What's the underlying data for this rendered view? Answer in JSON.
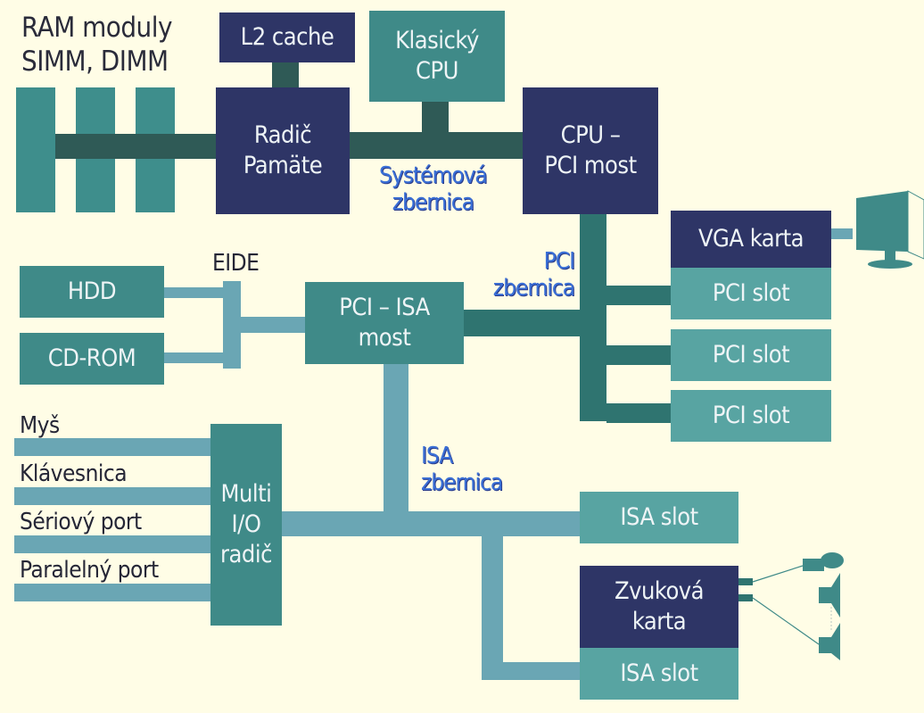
{
  "title": "RAM moduly\nSIMM, DIMM",
  "components": {
    "l2_cache": "L2 cache",
    "classic_cpu": "Klasický\nCPU",
    "memory_controller": "Radič\nPamäte",
    "cpu_pci_bridge": "CPU –\nPCI most",
    "vga_card": "VGA karta",
    "pci_slots": [
      "PCI slot",
      "PCI slot",
      "PCI slot"
    ],
    "hdd": "HDD",
    "cdrom": "CD-ROM",
    "pci_isa_bridge": "PCI – ISA\nmost",
    "multi_io": "Multi\nI/O\nradič",
    "isa_slot_1": "ISA slot",
    "sound_card": "Zvuková\nkarta",
    "isa_slot_2": "ISA slot"
  },
  "labels": {
    "eide": "EIDE",
    "system_bus": "Systémová\nzbernica",
    "pci_bus": "PCI\nzbernica",
    "isa_bus": "ISA\nzbernica"
  },
  "io_ports": [
    "Myš",
    "Klávesnica",
    "Sériový port",
    "Paralelný port"
  ],
  "peripherals": [
    "monitor-icon",
    "microphone-icon",
    "speaker-icon",
    "speaker-icon"
  ],
  "colors": {
    "background": "#fffde6",
    "dark_block": "#2e3566",
    "teal_block": "#3f8a88",
    "light_bus": "#6aa6b4",
    "bus_label": "#3a6fd6"
  }
}
